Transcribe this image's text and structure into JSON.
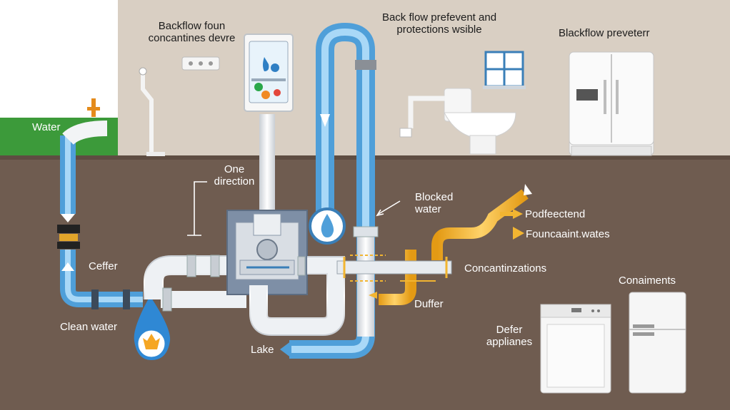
{
  "colors": {
    "wall": "#d9cfc3",
    "ground": "#6f5c50",
    "grass": "#3c9a3a",
    "pipe_blue": "#6fb6e8",
    "pipe_white": "#f2f4f6",
    "pipe_yellow": "#f2b531",
    "valve_box": "#7e8fa6"
  },
  "labels": {
    "water": "Water",
    "backflow_found": [
      "Backflow foun",
      "concantines devre"
    ],
    "backflow_prevent": [
      "Back flow prefevent and",
      "protections wsible"
    ],
    "backflow_preventer": "Blackflow preveterr",
    "one_direction": [
      "One",
      "direction"
    ],
    "blocked_water": [
      "Blocked",
      "water"
    ],
    "podfectend": "Podfeectend",
    "fouincaint_wates": "Founcaaint.wates",
    "concantinzations": "Concantinzations",
    "cefer": "Ceffer",
    "duffer": "Duffer",
    "clean_water": "Clean water",
    "lake": "Lake",
    "defer_appliances": [
      "Defer",
      "applianes"
    ],
    "conaiments": "Conaiments"
  },
  "icons": [
    "water-drop-icon",
    "flame-icon",
    "window-icon",
    "toilet-icon",
    "refrigerator-icon",
    "dishwasher-icon",
    "faucet-icon",
    "valve-icon"
  ]
}
